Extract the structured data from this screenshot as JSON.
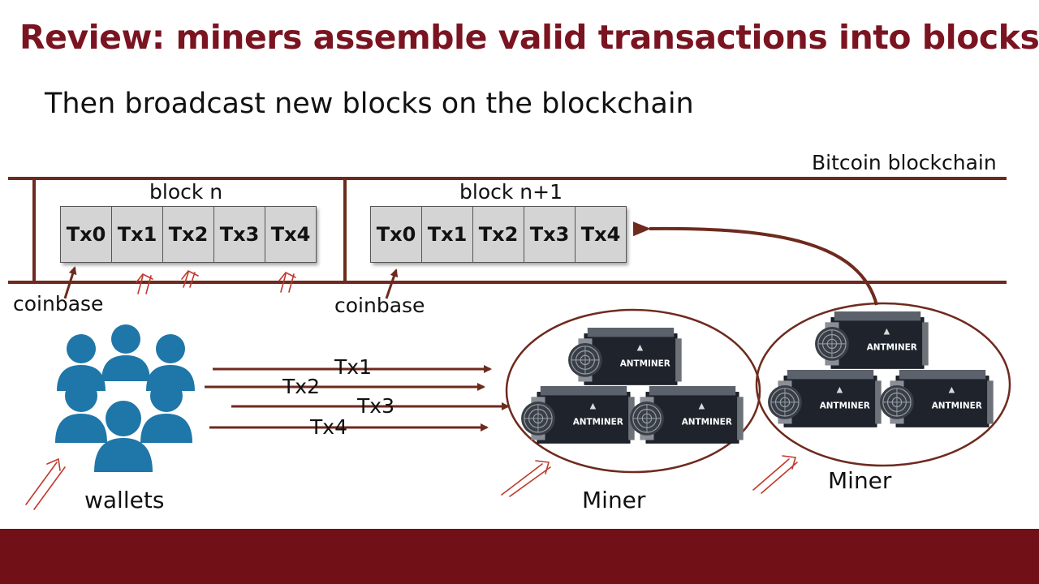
{
  "slide": {
    "title": "Review:  miners assemble valid transactions into blocks",
    "subtitle": "Then broadcast new blocks on the blockchain"
  },
  "chain": {
    "label": "Bitcoin blockchain",
    "blocks": [
      {
        "label": "block n",
        "txs": [
          "Tx0",
          "Tx1",
          "Tx2",
          "Tx3",
          "Tx4"
        ],
        "coinbase_label": "coinbase"
      },
      {
        "label": "block n+1",
        "txs": [
          "Tx0",
          "Tx1",
          "Tx2",
          "Tx3",
          "Tx4"
        ],
        "coinbase_label": "coinbase"
      }
    ]
  },
  "transactions": [
    "Tx1",
    "Tx2",
    "Tx3",
    "Tx4"
  ],
  "wallets": {
    "label": "wallets"
  },
  "miners": [
    {
      "label": "Miner",
      "device_brand": "ANTMINER"
    },
    {
      "label": "Miner",
      "device_brand": "ANTMINER"
    }
  ],
  "colors": {
    "accent": "#7a1420",
    "footer": "#721018",
    "line": "#6e2a1e",
    "wallet_blue": "#1f76a8",
    "annotation_red": "#c0392b"
  }
}
